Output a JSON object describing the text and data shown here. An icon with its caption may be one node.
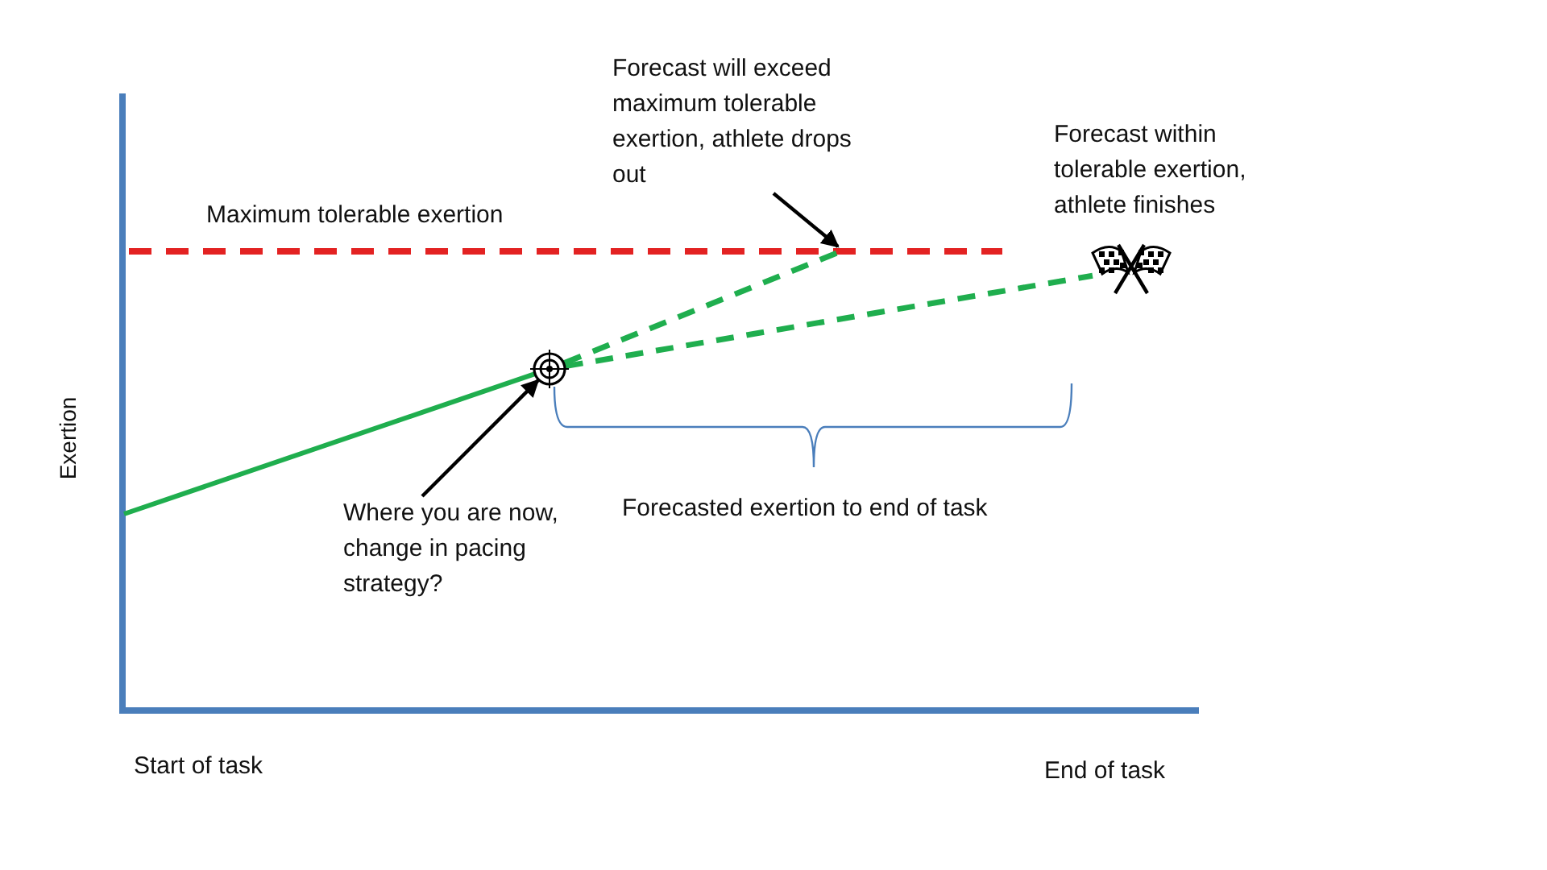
{
  "diagram": {
    "nodes": [
      {
        "text": [
          "Forecast will exceed maximum tolerable exertion, athlete drops out"
        ]
      },
      {
        "text": [
          "Where you are now, change in pacing strategy?"
        ]
      },
      {
        "text": [],
        "shape": "target"
      },
      {
        "text": [],
        "shape": "flags"
      }
    ],
    "edges": [
      {
        "from": 0,
        "to": null,
        "arrow": "to",
        "color": "#000000"
      },
      {
        "from": 1,
        "to": 2,
        "arrow": "to",
        "color": "#000000"
      },
      {
        "from": null,
        "to": 2,
        "arrow": "none"
      },
      {
        "from": 2,
        "to": null,
        "arrow": "none",
        "style": "dashed"
      },
      {
        "from": 2,
        "to": 3,
        "arrow": "none",
        "style": "dashed"
      }
    ],
    "labels": [
      "Maximum tolerable exertion",
      "Forecast within tolerable exertion, athlete finishes",
      "Forecasted exertion to end of task",
      "Exertion",
      "Start of task",
      "End of task"
    ]
  }
}
